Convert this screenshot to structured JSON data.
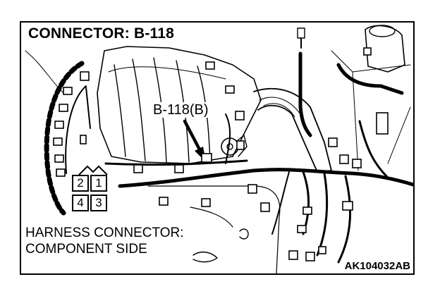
{
  "diagram": {
    "title": "CONNECTOR: B-118",
    "connector_callout": "B-118(B)",
    "footer_line1": "HARNESS CONNECTOR:",
    "footer_line2": "COMPONENT SIDE",
    "figure_code": "AK104032AB",
    "pins": [
      "2",
      "1",
      "4",
      "3"
    ]
  }
}
